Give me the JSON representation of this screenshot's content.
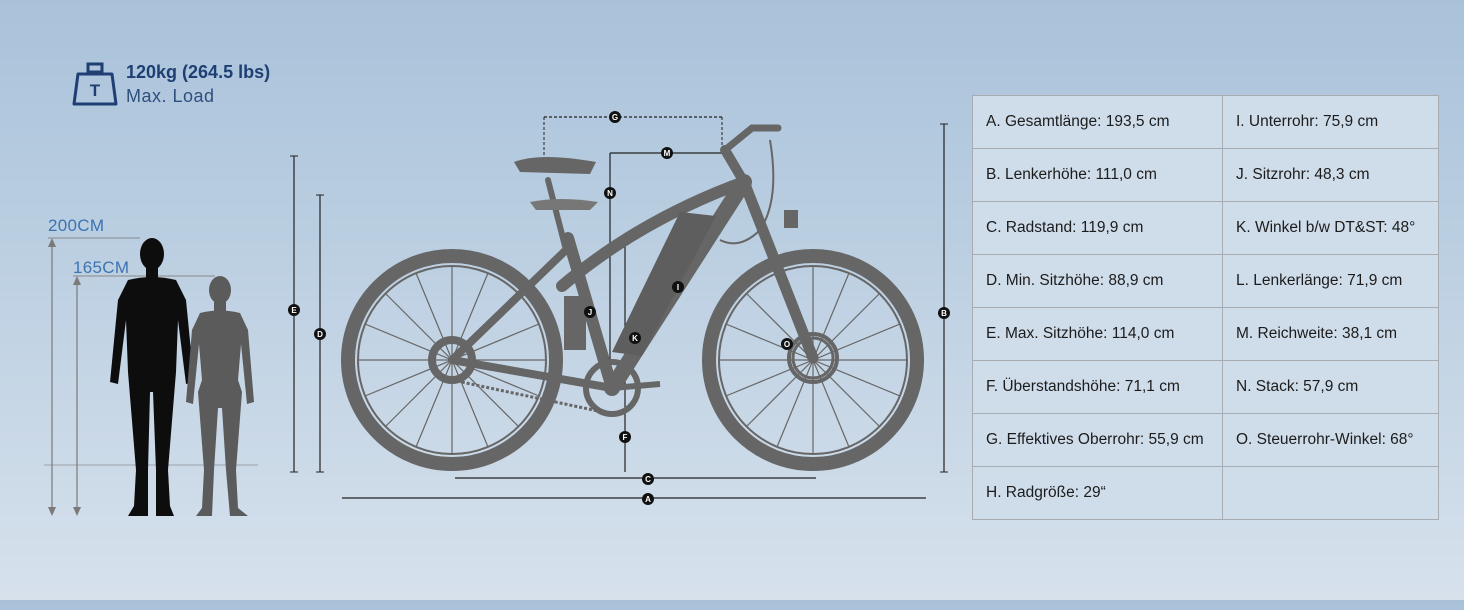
{
  "max_load": {
    "weight": "120kg (264.5 lbs)",
    "label": "Max. Load"
  },
  "heights": {
    "tall": "200CM",
    "short": "165CM"
  },
  "dimension_markers": [
    "A",
    "B",
    "C",
    "D",
    "E",
    "F",
    "G",
    "I",
    "J",
    "K",
    "M",
    "N",
    "O"
  ],
  "specs": [
    [
      "A. Gesamtlänge: 193,5 cm",
      "I. Unterrohr: 75,9 cm"
    ],
    [
      "B. Lenkerhöhe: 111,0 cm",
      "J. Sitzrohr: 48,3 cm"
    ],
    [
      "C. Radstand: 119,9 cm",
      "K. Winkel b/w DT&ST: 48°"
    ],
    [
      "D. Min. Sitzhöhe: 88,9 cm",
      "L. Lenkerlänge: 71,9 cm"
    ],
    [
      "E. Max. Sitzhöhe: 114,0 cm",
      "M. Reichweite: 38,1 cm"
    ],
    [
      "F. Überstandshöhe: 71,1 cm",
      "N. Stack: 57,9 cm"
    ],
    [
      "G. Effektives Oberrohr: 55,9 cm",
      "O. Steuerrohr-Winkel: 68°"
    ],
    [
      "H. Radgröße: 29“",
      ""
    ]
  ],
  "colors": {
    "bike": "#666666",
    "accent_blue": "#3d73b3",
    "title_blue": "#1f3f74"
  }
}
